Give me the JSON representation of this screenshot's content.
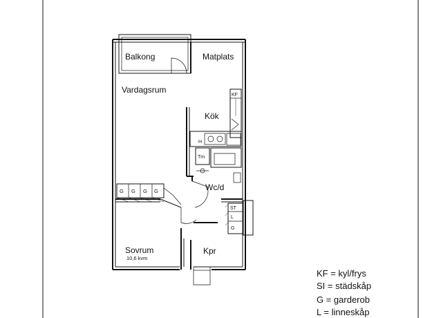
{
  "rooms": {
    "balkong": "Balkong",
    "matplats": "Matplats",
    "vardagsrum": "Vardagsrum",
    "kok": "Kök",
    "wcd": "Wc/d",
    "sovrum": "Sovrum",
    "sovrum_area": "10,6 kvm",
    "kpr": "Kpr"
  },
  "fixtures": {
    "kf": "KF",
    "h": "H",
    "tm": "Tm",
    "st": "ST",
    "l": "L",
    "g_closet": "G",
    "wardrobe": [
      "G",
      "G",
      "G",
      "G"
    ]
  },
  "legend": [
    "KF = kyl/frys",
    "SI = städskåp",
    "G = garderob",
    "L = linneskåp"
  ]
}
